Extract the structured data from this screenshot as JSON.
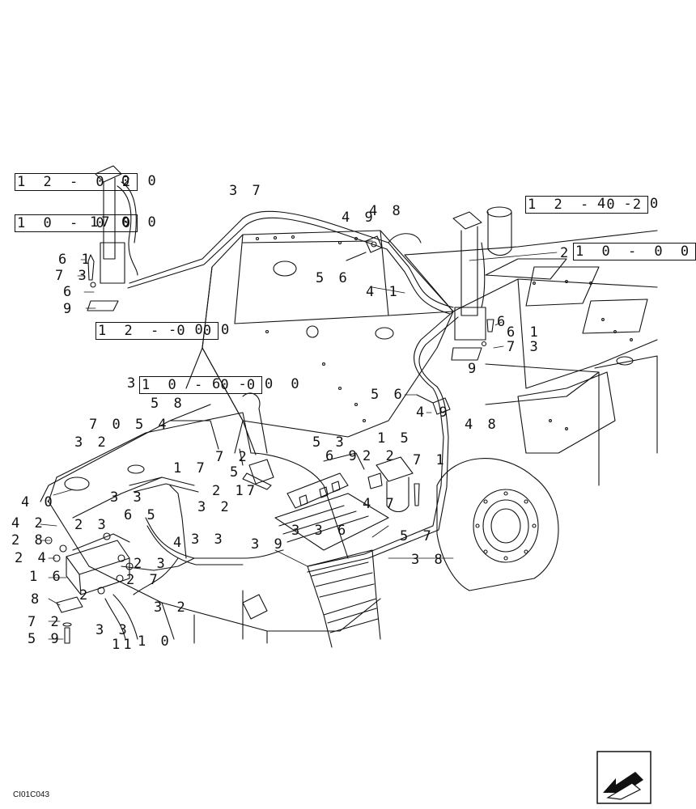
{
  "document_code": "CI01C043",
  "references": [
    {
      "id": "ref-12-02",
      "box": "1 2 - 0 2",
      "tail": "0 0"
    },
    {
      "id": "ref-10-00-a",
      "box": "1 0 - 0 0",
      "tail": "0 0"
    },
    {
      "id": "ref-12-00",
      "box": "1 2 - 0 0",
      "tail": "- 0 0"
    },
    {
      "id": "ref-10-00-b",
      "box": "1 0 - 0 0",
      "tail": "6 - 0 0"
    },
    {
      "id": "ref-12-024",
      "box": "1 2 - 0 2",
      "tail": "4 - 0"
    },
    {
      "id": "ref-10-00-c",
      "box": "1 0 - 0 0",
      "tail": ""
    }
  ],
  "labels": {
    "l37": "3 7",
    "l49a": "4 9",
    "l48a": "4 8",
    "l2a": "2",
    "l56a": "5 6",
    "l41": "4 1",
    "l17a": "17",
    "l61a": "6 1",
    "l73a": "7 3",
    "l6a": "6",
    "l9a": "9",
    "l6b": "6",
    "l61b": "6 1",
    "l73b": "7 3",
    "l9b": "9",
    "l3a": "3",
    "l58": "5 8",
    "l56b": "5 6",
    "l49b": "4 9",
    "l48b": "4 8",
    "l7054": "7 0 5 4",
    "l32a": "3 2",
    "l15": "1 5",
    "l53": "5 3",
    "l69": "6 9",
    "l22": "2 2",
    "l71": "7 1",
    "l72a": "7 2",
    "l5": "5",
    "l17b": "1 7",
    "l217": "2 17",
    "l33a": "3 3",
    "l32b": "3 2",
    "l65": "6 5",
    "l47": "4 7",
    "l4": "4",
    "l42": "4 2",
    "l40": "4 0",
    "l28": "2 8",
    "l23a": "2 3",
    "l24": "2 4",
    "l33b": "3 3",
    "l39": "3 9",
    "l3136": "3 3 6",
    "l57": "5 7",
    "l38": "3 8",
    "l16": "1 6",
    "l23b": "2 3",
    "l27": "2 7",
    "l8": "8",
    "l2b": "2",
    "l32c": "3 2",
    "l72b": "7 2",
    "l33c": "3 3",
    "l59": "5 9",
    "l11": "11",
    "l10": "1 0"
  }
}
